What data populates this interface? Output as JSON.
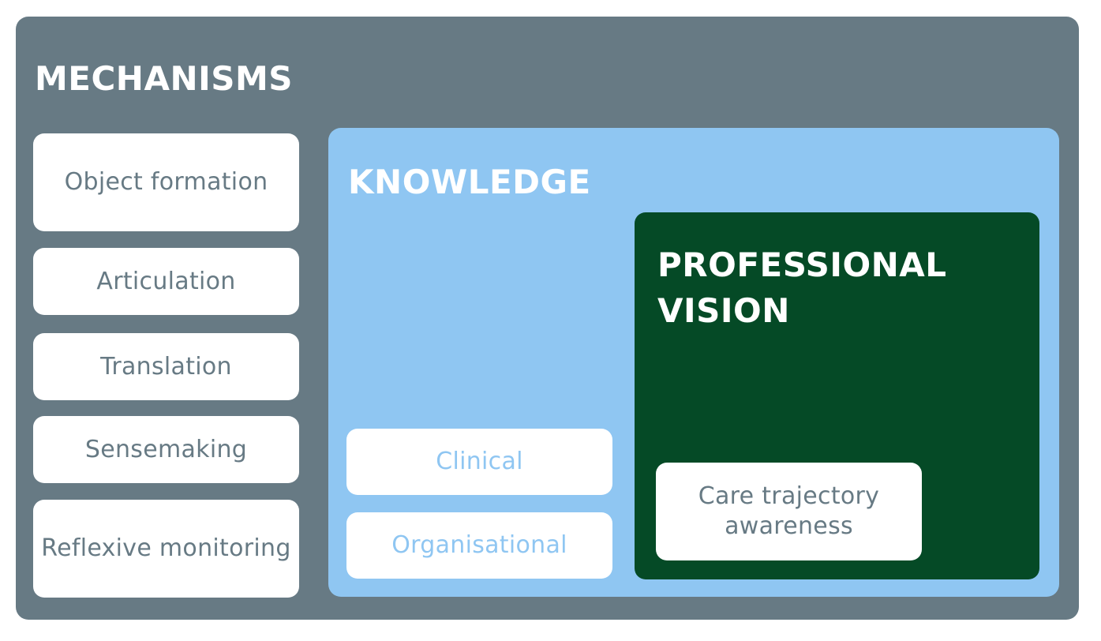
{
  "mechanisms": {
    "title": "MECHANISMS",
    "items": [
      "Object formation",
      "Articulation",
      "Translation",
      "Sensemaking",
      "Reflexive monitoring"
    ]
  },
  "knowledge": {
    "title": "KNOWLEDGE",
    "items": [
      "Clinical",
      "Organisational"
    ]
  },
  "professional_vision": {
    "title_line1": "PROFESSIONAL",
    "title_line2": "VISION",
    "items": [
      "Care trajectory awareness"
    ]
  },
  "colors": {
    "outer": "#677a84",
    "knowledge": "#8fc6f2",
    "professional_vision": "#054a26",
    "pill": "#ffffff"
  }
}
